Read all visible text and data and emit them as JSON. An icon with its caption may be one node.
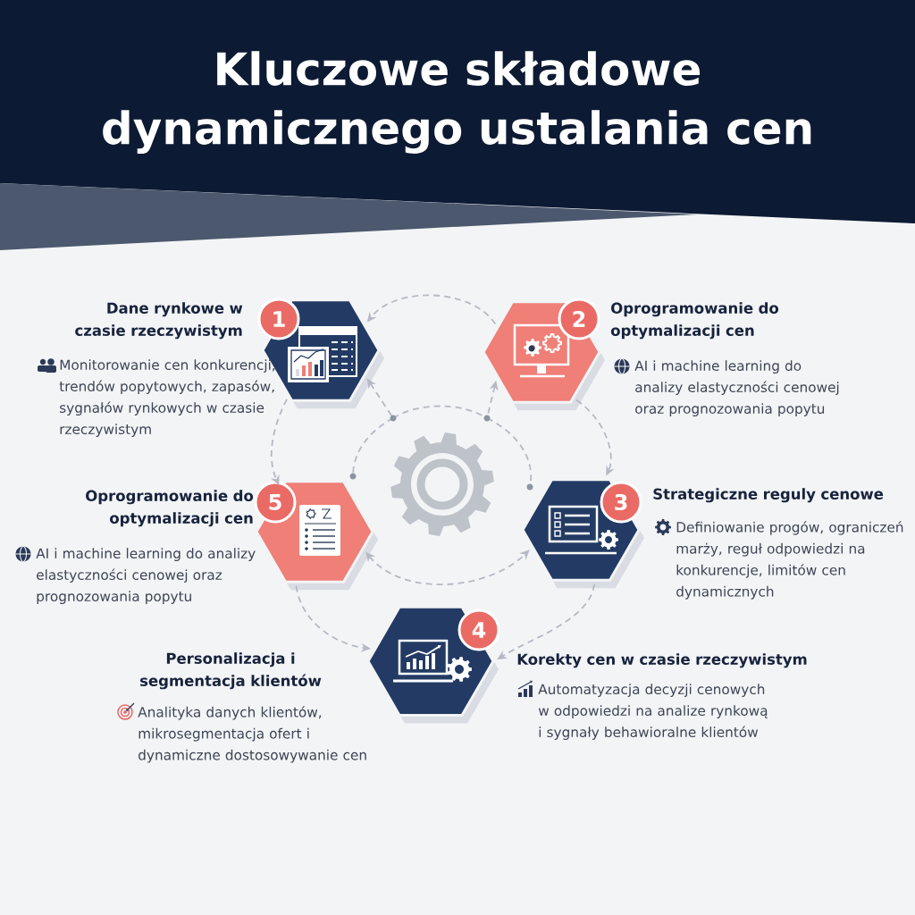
{
  "diagram": {
    "title": "Kluczowe składowe dynamicznego ustalania cen",
    "nodes": [
      {
        "text": [
          "Dane rynkowe w czasie rzeczywistym",
          "1",
          "Monitorowanie cen konkurencji, trendów popytowych, zapasów, sygnałów rynkowych w czasie rzeczywistym"
        ]
      },
      {
        "text": [
          "2",
          "Oprogramowanie do optymalizacji cen",
          "AI i machine learning do analizy elastyczności cenowej oraz prognozowania popytu"
        ]
      },
      {
        "text": [
          "3",
          "Strategiczne reguly cenowe",
          "Definiowanie progów, ograniczeń marży, reguł odpowiedzi na konkurencje, limitów cen dynamicznych"
        ]
      },
      {
        "text": [
          "4",
          "Korekty cen w czasie rzeczywistym",
          "Automatyzacja decyzji cenowych w odpowiedzi na analize rynkową i sygnały behawioralne klientów"
        ]
      },
      {
        "text": [
          "Oprogramowanie do optymalizacji cen",
          "5",
          "AI i machine learning do analizy elastyczności cenowej oraz prognozowania popytu"
        ]
      },
      {
        "text": [],
        "shape": "circle"
      },
      {
        "text": [],
        "shape": "circle"
      }
    ],
    "edges": [
      {
        "from": 1,
        "to": 0,
        "arrow": "to",
        "style": "dashed"
      },
      {
        "from": 0,
        "to": 4,
        "arrow": "to",
        "style": "dashed"
      },
      {
        "from": 1,
        "to": 2,
        "arrow": "to",
        "style": "dashed"
      },
      {
        "from": 4,
        "to": 3,
        "arrow": "to",
        "style": "dashed"
      },
      {
        "from": 2,
        "to": 3,
        "arrow": "to",
        "style": "dashed"
      },
      {
        "from": 0,
        "to": 1,
        "arrow": "both",
        "style": "dashed"
      },
      {
        "from": 4,
        "to": 2,
        "arrow": "both",
        "style": "dashed"
      },
      {
        "from": 5,
        "to": 0,
        "arrow": "to",
        "style": "dashed"
      },
      {
        "from": 6,
        "to": 1,
        "arrow": "to",
        "style": "dashed"
      }
    ],
    "labels": [
      "Personalizacja i segmentacja klientów",
      "Analityka danych klientów, mikrosegmentacja ofert i dynamiczne dostosowywanie cen"
    ]
  }
}
